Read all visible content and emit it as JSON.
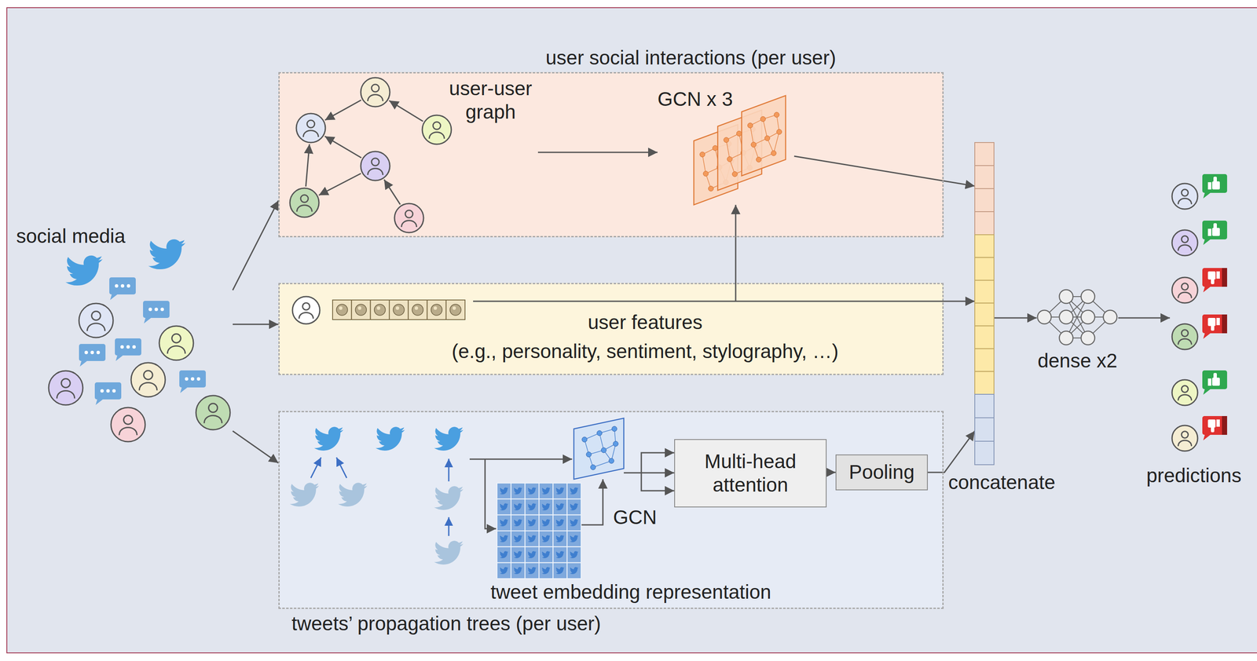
{
  "diagram": {
    "nodes": [
      {
        "text": [
          "user social interactions (per user)"
        ]
      },
      {
        "text": [
          "user features",
          "(e.g., personality, sentiment, stylography, …)"
        ]
      },
      {
        "text": [
          "tweets’ propagation trees (per user)"
        ]
      },
      {
        "text": [
          "GCN"
        ],
        "in": 2
      },
      {
        "text": [
          "Multi-head attention"
        ],
        "in": 2
      },
      {
        "text": [
          "Pooling"
        ],
        "in": 2
      },
      {
        "text": [
          "GCN x 3"
        ],
        "in": 0
      },
      {
        "text": [
          "user-user graph"
        ],
        "in": 0
      },
      {
        "text": [
          "tweet embedding representation"
        ],
        "in": 2
      },
      {
        "text": [
          "concatenate"
        ]
      },
      {
        "text": [
          "dense x2"
        ]
      },
      {
        "text": [
          "predictions"
        ]
      },
      {
        "text": [
          "social media"
        ]
      }
    ],
    "edges": [
      {
        "from": 12,
        "to": 0,
        "arrow": "to"
      },
      {
        "from": 12,
        "to": 1,
        "arrow": "to"
      },
      {
        "from": 12,
        "to": 2,
        "arrow": "to"
      },
      {
        "from": 7,
        "to": 6,
        "arrow": "to"
      },
      {
        "from": 1,
        "to": 6,
        "arrow": "to"
      },
      {
        "from": 6,
        "to": 9,
        "arrow": "to"
      },
      {
        "from": 1,
        "to": 9,
        "arrow": "to"
      },
      {
        "from": 3,
        "to": 4,
        "arrow": "to"
      },
      {
        "from": 4,
        "to": 5,
        "arrow": "to"
      },
      {
        "from": 5,
        "to": 9,
        "arrow": "to"
      },
      {
        "from": 9,
        "to": 10,
        "arrow": "to"
      },
      {
        "from": 10,
        "to": 11,
        "arrow": "to"
      },
      {
        "from": 8,
        "to": 3,
        "arrow": "to"
      }
    ]
  }
}
